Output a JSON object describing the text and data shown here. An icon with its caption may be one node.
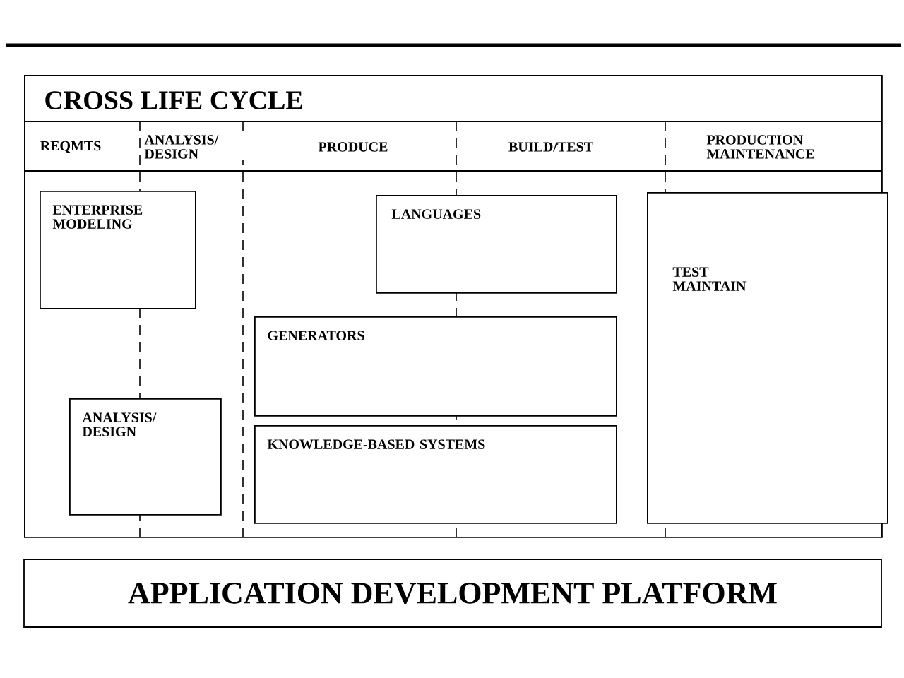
{
  "diagram": {
    "nodes": [
      {
        "text": [
          "CROSS LIFE CYCLE"
        ]
      },
      {
        "text": [
          "ENTERPRISE MODELING"
        ],
        "in": 0
      },
      {
        "text": [
          "ANALYSIS/ DESIGN"
        ],
        "in": 0
      },
      {
        "text": [
          "LANGUAGES"
        ],
        "in": 0
      },
      {
        "text": [
          "GENERATORS"
        ],
        "in": 0
      },
      {
        "text": [
          "KNOWLEDGE-BASED SYSTEMS"
        ],
        "in": 0
      },
      {
        "text": [
          "TEST MAINTAIN"
        ],
        "in": 0
      },
      {
        "text": [
          "APPLICATION DEVELOPMENT PLATFORM"
        ]
      }
    ],
    "labels": [
      "REQMTS",
      "ANALYSIS/ DESIGN",
      "PRODUCE",
      "BUILD/TEST",
      "PRODUCTION MAINTENANCE"
    ]
  }
}
